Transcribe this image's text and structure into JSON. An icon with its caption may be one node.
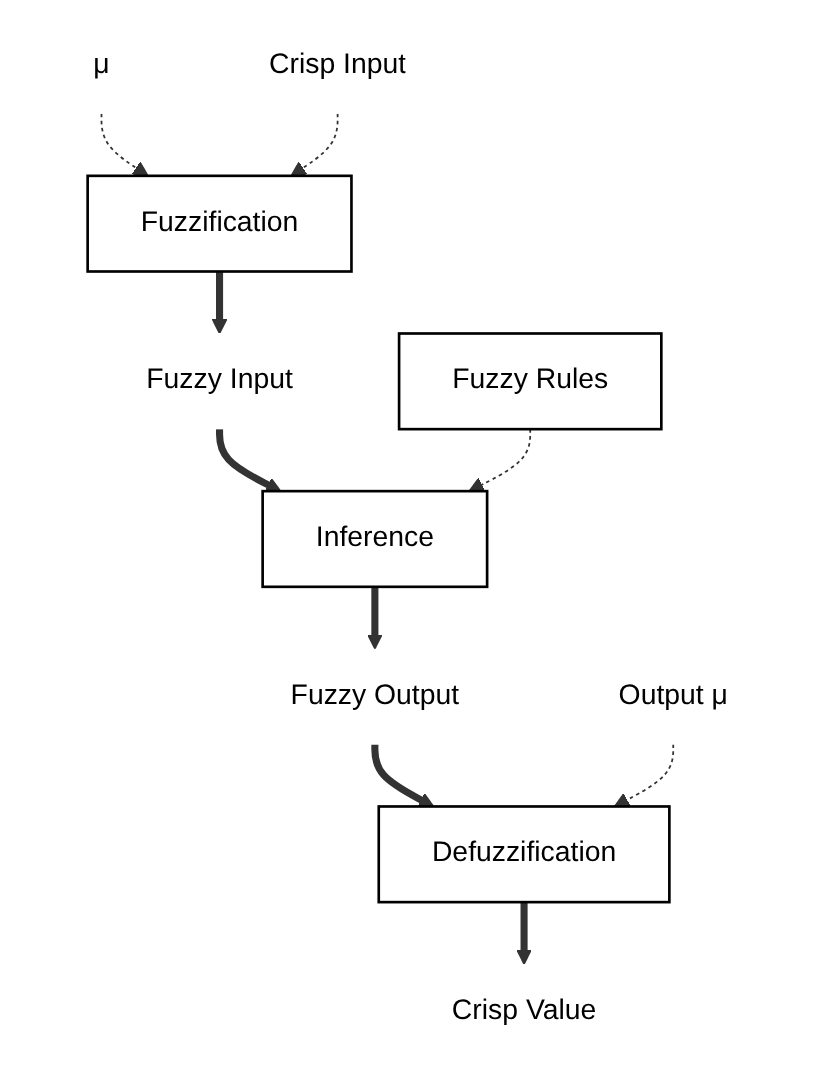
{
  "diagram": {
    "nodes": [
      {
        "text": [
          "μ"
        ]
      },
      {
        "text": [
          "Crisp Input"
        ]
      },
      {
        "text": [
          "Fuzzification"
        ]
      },
      {
        "text": [
          "Fuzzy Input"
        ]
      },
      {
        "text": [
          "Fuzzy Rules"
        ]
      },
      {
        "text": [
          "Inference"
        ]
      },
      {
        "text": [
          "Fuzzy Output"
        ]
      },
      {
        "text": [
          "Output μ"
        ]
      },
      {
        "text": [
          "Defuzzification"
        ]
      },
      {
        "text": [
          "Crisp Value"
        ]
      }
    ],
    "edges": [
      {
        "from": 0,
        "to": 2,
        "arrow": "to",
        "style": "dashed"
      },
      {
        "from": 1,
        "to": 2,
        "arrow": "to",
        "style": "dashed"
      },
      {
        "from": 2,
        "to": 3,
        "arrow": "to"
      },
      {
        "from": 3,
        "to": 5,
        "arrow": "to"
      },
      {
        "from": 4,
        "to": 5,
        "arrow": "to",
        "style": "dashed"
      },
      {
        "from": 5,
        "to": 6,
        "arrow": "to"
      },
      {
        "from": 6,
        "to": 8,
        "arrow": "to"
      },
      {
        "from": 7,
        "to": 8,
        "arrow": "to",
        "style": "dashed"
      },
      {
        "from": 8,
        "to": 9,
        "arrow": "to"
      }
    ]
  }
}
